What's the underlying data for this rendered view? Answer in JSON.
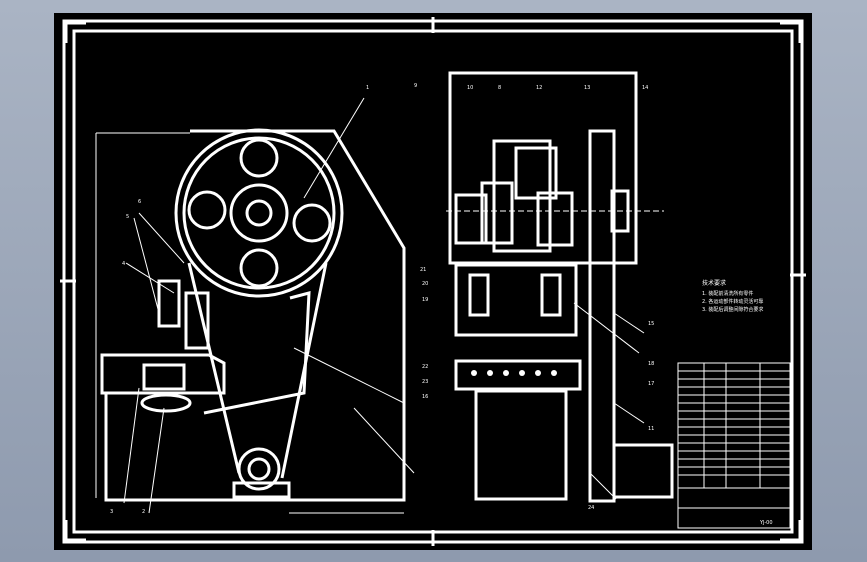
{
  "drawing": {
    "part_labels_left": [
      "1",
      "6",
      "5",
      "4",
      "3",
      "2"
    ],
    "part_labels_right": [
      "9",
      "10",
      "8",
      "12",
      "13",
      "14",
      "21",
      "20",
      "19",
      "15",
      "22",
      "23",
      "16",
      "18",
      "17",
      "11",
      "24"
    ],
    "notes_title": "技术要求",
    "notes": [
      "1. 装配前清洗所有零件",
      "2. 各运动部件转动灵活可靠",
      "3. 装配后调整间隙符合要求"
    ],
    "title_block_code": "YJ-00"
  },
  "colors": {
    "background": "#000000",
    "lines": "#ffffff",
    "frame": "#9aa5b8"
  }
}
